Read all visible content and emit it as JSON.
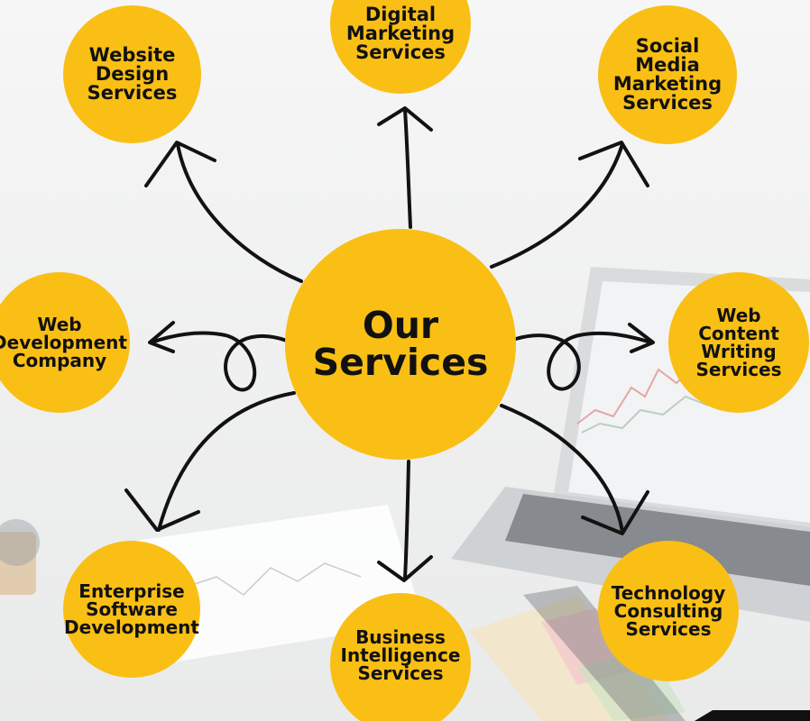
{
  "colors": {
    "circle_fill": "#f9bf15",
    "arrow": "#121212",
    "background": "#f3f4f4"
  },
  "center": {
    "label": "Our\nServices"
  },
  "services": [
    {
      "id": "webdesign",
      "label": "Website\nDesign\nServices"
    },
    {
      "id": "digital",
      "label": "Digital\nMarketing\nServices"
    },
    {
      "id": "social",
      "label": "Social\nMedia\nMarketing\nServices"
    },
    {
      "id": "webdev",
      "label": "Web\nDevelopment\nCompany"
    },
    {
      "id": "content",
      "label": "Web\nContent\nWriting\nServices"
    },
    {
      "id": "enterprise",
      "label": "Enterprise\nSoftware\nDevelopment"
    },
    {
      "id": "bi",
      "label": "Business\nIntelligence\nServices"
    },
    {
      "id": "tech",
      "label": "Technology\nConsulting\nServices"
    }
  ]
}
